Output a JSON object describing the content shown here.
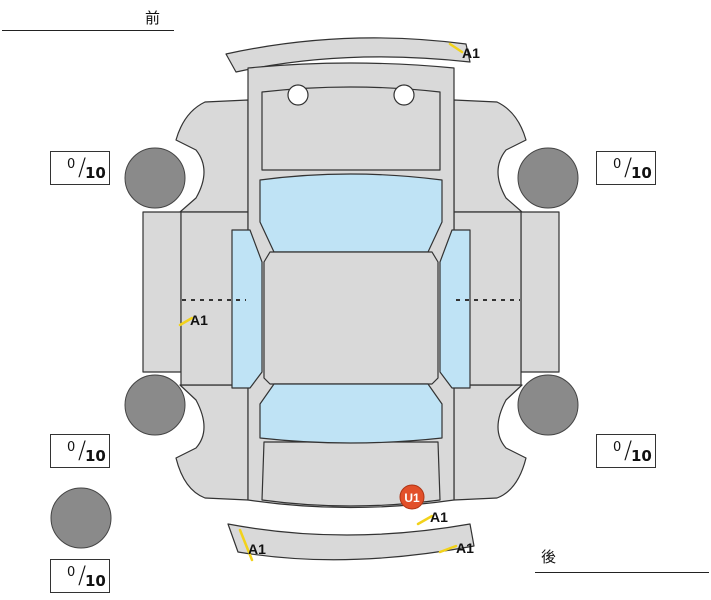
{
  "directions": {
    "front": "前",
    "rear": "後"
  },
  "tread": {
    "front_left": {
      "value": "0",
      "max": "10"
    },
    "front_right": {
      "value": "0",
      "max": "10"
    },
    "rear_left": {
      "value": "0",
      "max": "10"
    },
    "rear_right": {
      "value": "0",
      "max": "10"
    },
    "spare": {
      "value": "0",
      "max": "10"
    }
  },
  "damage_marks": [
    {
      "code": "A1",
      "location": "front bumper right"
    },
    {
      "code": "A1",
      "location": "left front door"
    },
    {
      "code": "A1",
      "location": "rear right"
    },
    {
      "code": "A1",
      "location": "rear bumper left"
    },
    {
      "code": "A1",
      "location": "rear bumper right"
    },
    {
      "code": "U1",
      "location": "trunk lid"
    }
  ],
  "colors": {
    "body": "#d9d9d9",
    "glass": "#bfe3f5",
    "tire": "#8a8a8a",
    "outline": "#333333",
    "marker_line": "#f2d21b",
    "badge": "#e2502a"
  }
}
